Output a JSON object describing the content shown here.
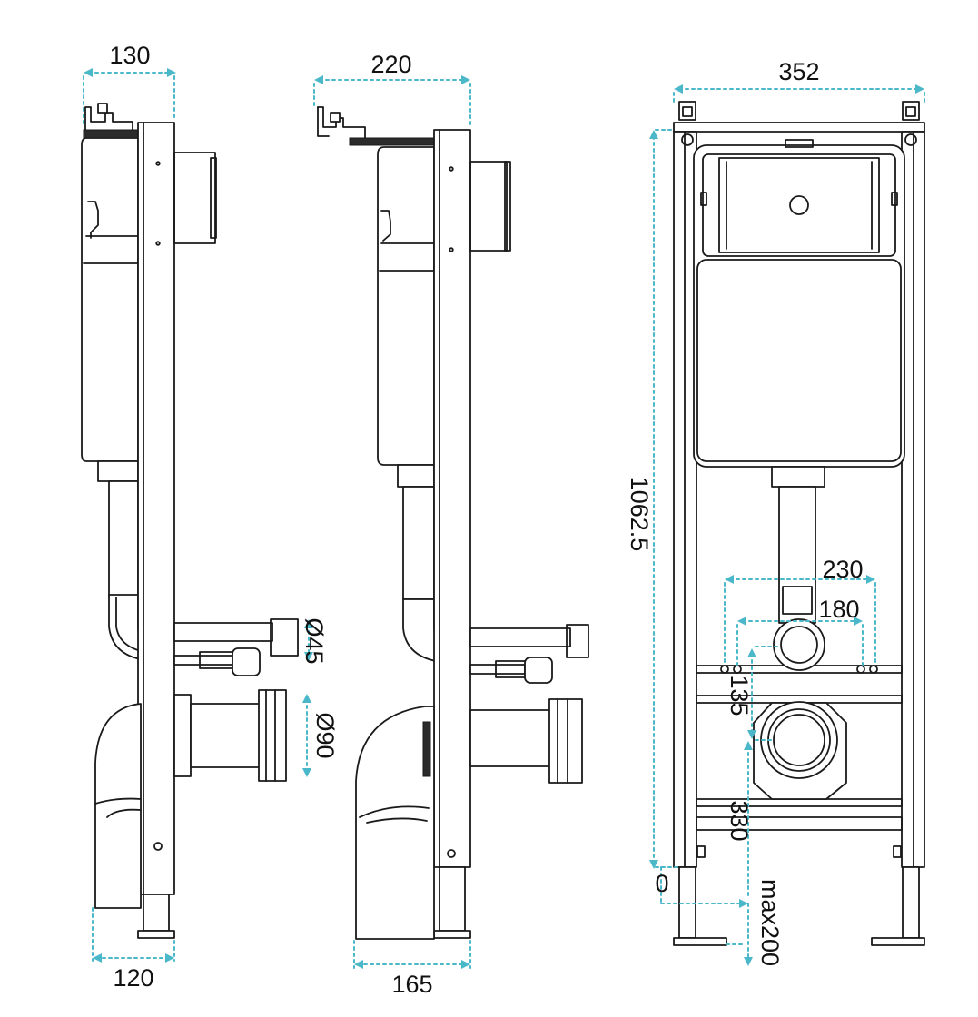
{
  "dimensions": {
    "side_view_a": {
      "top_width": "130",
      "bottom_width": "120",
      "small_pipe_diameter": "Ø45",
      "large_pipe_diameter": "Ø90"
    },
    "side_view_b": {
      "top_width": "220",
      "bottom_width": "165"
    },
    "front_view": {
      "frame_width": "352",
      "frame_height": "1062.5",
      "outer_bolt_spacing": "230",
      "inner_bolt_spacing": "180",
      "inlet_to_drain_height": "135",
      "drain_height": "330",
      "floor_level": "0",
      "leg_extension": "max200"
    }
  },
  "colors": {
    "dimension_line": "#4ab8c8",
    "outline": "#1a1a1a"
  }
}
